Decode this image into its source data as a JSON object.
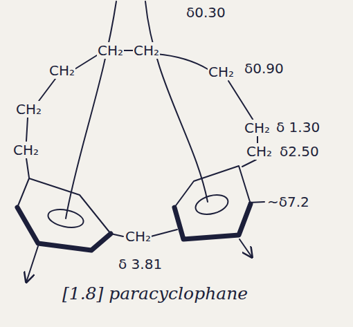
{
  "diagram": {
    "caption": "[1.8] paracyclophane",
    "labels": [
      "CH₂",
      "CH₂",
      "δ0.30",
      "CH₂",
      "CH₂",
      "δ0.90",
      "CH₂",
      "CH₂",
      "δ 1.30",
      "CH₂",
      "CH₂",
      "δ2.50",
      "~δ7.2",
      "CH₂",
      "δ 3.81"
    ]
  }
}
